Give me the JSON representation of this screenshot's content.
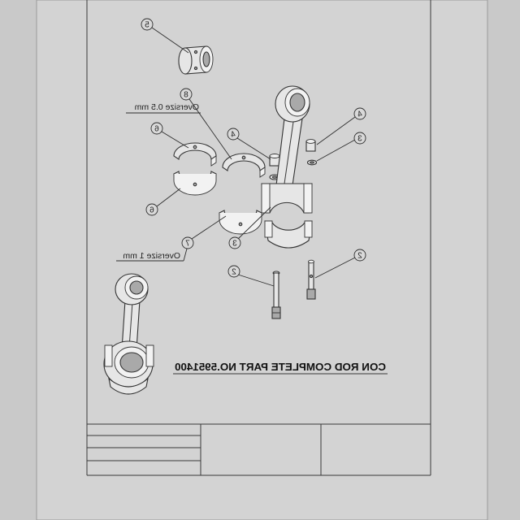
{
  "drawing": {
    "title": "CON ROD COMPLETE PART NO.5951400",
    "oversize_small_label": "Oversize 0.5 mm",
    "oversize_large_label": "Oversize 1 mm",
    "callouts": [
      {
        "label": "5"
      },
      {
        "label": "8"
      },
      {
        "label": "6"
      },
      {
        "label": "6"
      },
      {
        "label": "7"
      },
      {
        "label": "4"
      },
      {
        "label": "3"
      },
      {
        "label": "2"
      },
      {
        "label": "4"
      },
      {
        "label": "3"
      },
      {
        "label": "2"
      }
    ]
  },
  "colors": {
    "background": "#c9c9c9",
    "sheet": "#d3d3d3",
    "ink": "#333333"
  }
}
